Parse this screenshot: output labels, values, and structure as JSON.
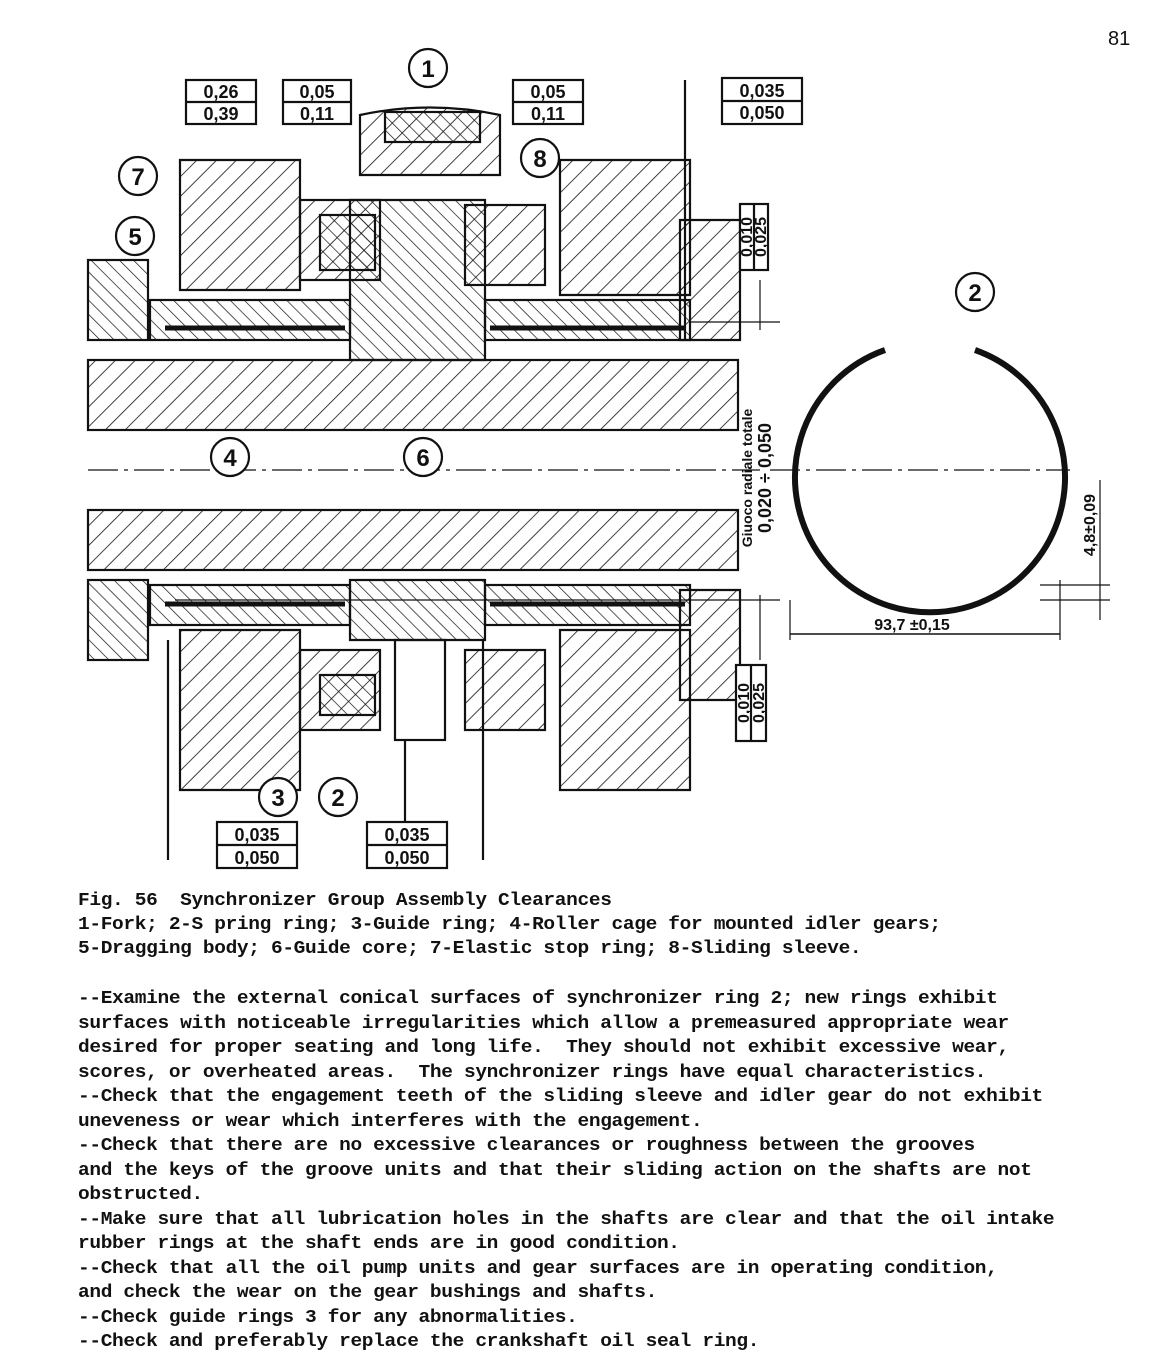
{
  "page_number": "81",
  "figure": {
    "callouts": [
      "1",
      "2",
      "3",
      "4",
      "5",
      "6",
      "7",
      "8"
    ],
    "dimensions": {
      "box_a": [
        "0,26",
        "0,39"
      ],
      "box_b": [
        "0,05",
        "0,11"
      ],
      "box_c": [
        "0,05",
        "0,11"
      ],
      "box_d": [
        "0,035",
        "0,050"
      ],
      "box_e": [
        "0,010",
        "0,025"
      ],
      "box_f": [
        "0,010",
        "0,025"
      ],
      "box_g": [
        "0,035",
        "0,050"
      ],
      "box_h": [
        "0,035",
        "0,050"
      ],
      "radial_label": "Giuoco radiale totale",
      "radial_value": "0,020 ÷ 0,050",
      "ring_thickness": "4,8±0,09",
      "ring_diameter": "93,7 ±0,15"
    }
  },
  "caption": {
    "title": "Fig. 56  Synchronizer Group Assembly Clearances",
    "line1": "1-Fork; 2-S pring ring; 3-Guide ring; 4-Roller cage for mounted idler gears;",
    "line2": "5-Dragging body; 6-Guide core; 7-Elastic stop ring; 8-Sliding sleeve."
  },
  "body": [
    "--Examine the external conical surfaces of synchronizer ring 2; new rings exhibit",
    "surfaces with noticeable irregularities which allow a premeasured appropriate wear",
    "desired for proper seating and long life.  They should not exhibit excessive wear,",
    "scores, or overheated areas.  The synchronizer rings have equal characteristics.",
    "--Check that the engagement teeth of the sliding sleeve and idler gear do not exhibit",
    "uneveness or wear which interferes with the engagement.",
    "--Check that there are no excessive clearances or roughness between the grooves",
    "and the keys of the groove units and that their sliding action on the shafts are not",
    "obstructed.",
    "--Make sure that all lubrication holes in the shafts are clear and that the oil intake",
    "rubber rings at the shaft ends are in good condition.",
    "--Check that all the oil pump units and gear surfaces are in operating condition,",
    "and check the wear on the gear bushings and shafts.",
    "--Check guide rings 3 for any abnormalities.",
    "--Check and preferably replace the crankshaft oil seal ring."
  ]
}
